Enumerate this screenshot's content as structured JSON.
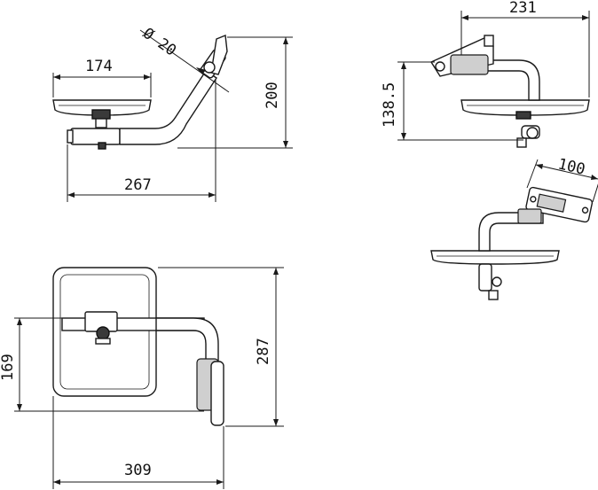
{
  "views": {
    "top": {
      "dim_diameter": "Ø 20",
      "dim_mirror_width": "174",
      "dim_height": "200",
      "dim_total_width": "267"
    },
    "side": {
      "dim_width": "231",
      "dim_height": "138.5"
    },
    "iso": {
      "dim_plate": "100"
    },
    "front": {
      "dim_height_inner": "169",
      "dim_height_total": "287",
      "dim_width_total": "309"
    }
  }
}
